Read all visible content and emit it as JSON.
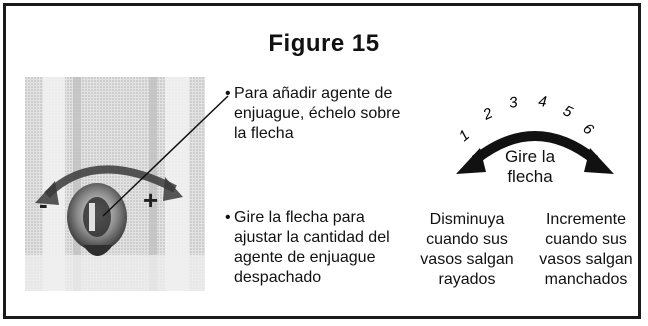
{
  "figure": {
    "title": "Figure 15"
  },
  "instructions": [
    {
      "bullet": "•",
      "text": "Para añadir agente de enjuague, échelo sobre la flecha"
    },
    {
      "bullet": "•",
      "text": "Gire la flecha para ajustar la cantidad del agente de enjuague despachado"
    }
  ],
  "photo": {
    "minus_label": "-",
    "plus_label": "+"
  },
  "dial": {
    "numbers": [
      "1",
      "2",
      "3",
      "4",
      "5",
      "6"
    ],
    "center_label": "Gire la flecha",
    "decrease_text": "Disminuya cuando sus vasos salgan rayados",
    "increase_text": "Incremente cuando sus vasos salgan manchados"
  }
}
